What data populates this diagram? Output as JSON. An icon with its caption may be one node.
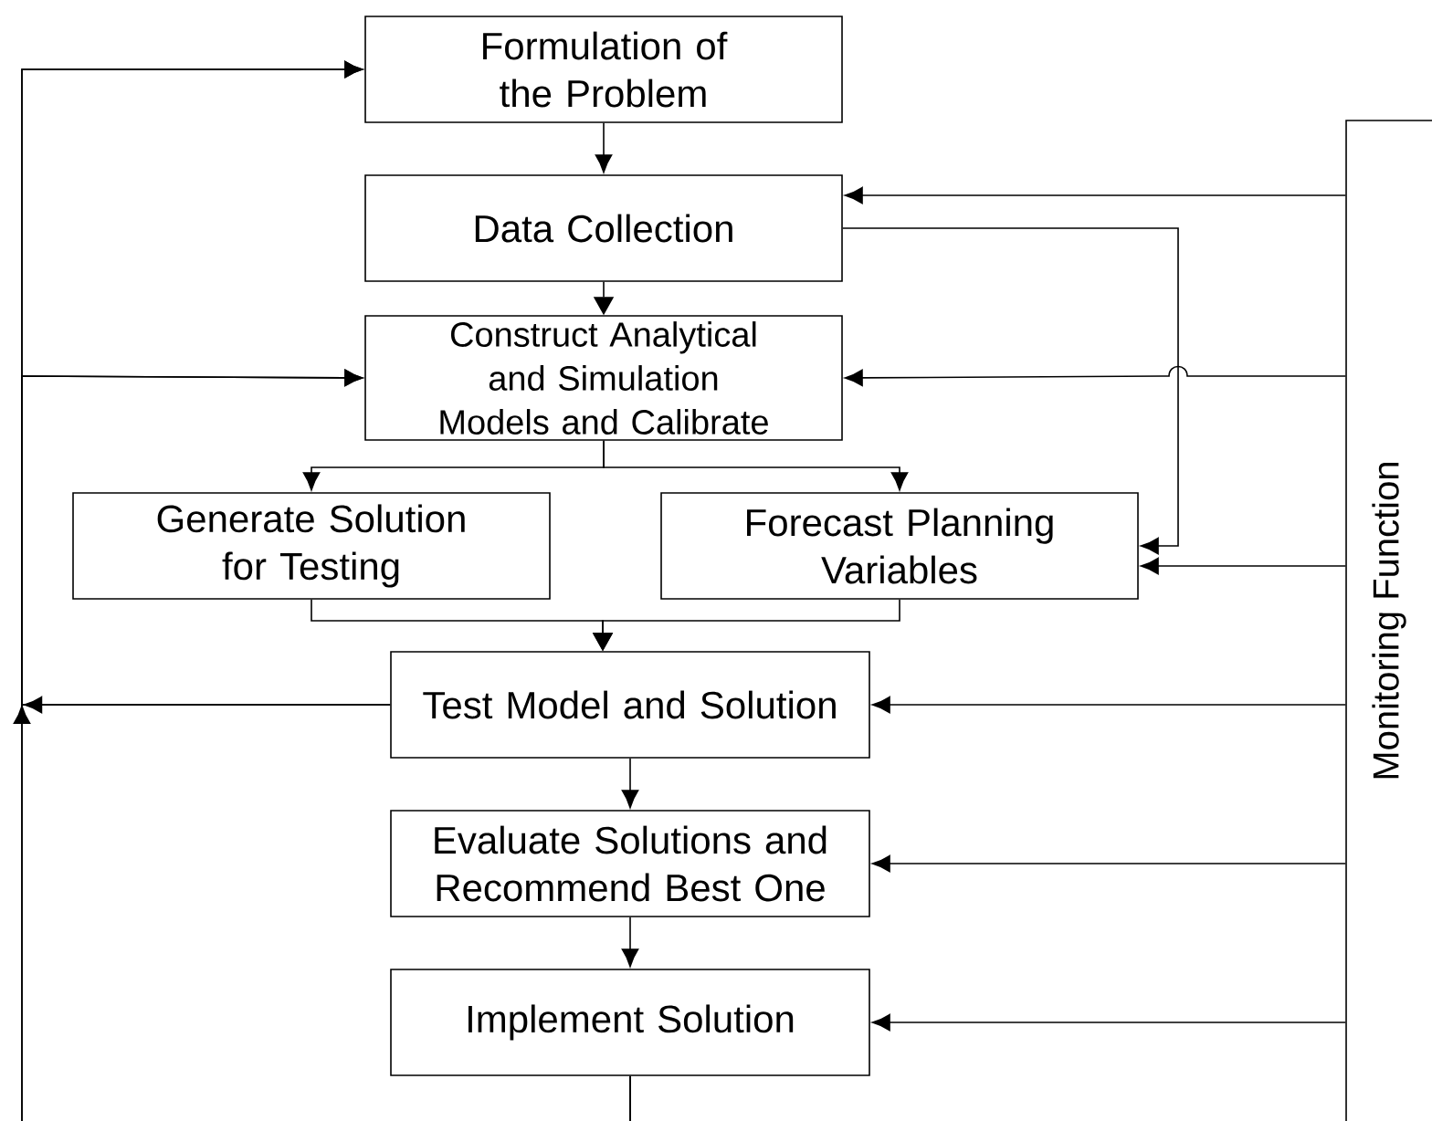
{
  "diagram": {
    "nodes": [
      {
        "text": [
          "Formulation of the Problem"
        ]
      },
      {
        "text": [
          "Data Collection"
        ]
      },
      {
        "text": [
          "Construct Analytical and Simulation Models and Calibrate"
        ]
      },
      {
        "text": [
          "Generate Solution for Testing"
        ]
      },
      {
        "text": [
          "Forecast Planning Variables"
        ]
      },
      {
        "text": [
          "Test Model and Solution"
        ]
      },
      {
        "text": [
          "Evaluate Solutions and Recommend Best One"
        ]
      },
      {
        "text": [
          "Implement Solution"
        ]
      },
      {
        "text": [
          "Monitoring Function"
        ]
      }
    ],
    "edges": [
      {
        "from": 0,
        "to": 1,
        "arrow": "to"
      },
      {
        "from": 1,
        "to": 2,
        "arrow": "to"
      },
      {
        "from": 2,
        "to": 3,
        "arrow": "to"
      },
      {
        "from": 2,
        "to": 4,
        "arrow": "to"
      },
      {
        "from": 1,
        "to": 4,
        "arrow": "to"
      },
      {
        "from": 3,
        "to": 5,
        "arrow": "to"
      },
      {
        "from": 4,
        "to": 5,
        "arrow": "to"
      },
      {
        "from": 5,
        "to": 6,
        "arrow": "to"
      },
      {
        "from": 6,
        "to": 7,
        "arrow": "to"
      },
      {
        "from": 5,
        "to": 0,
        "arrow": "to"
      },
      {
        "from": 5,
        "to": 2,
        "arrow": "to"
      },
      {
        "from": 7,
        "to": 0,
        "arrow": "to"
      },
      {
        "from": 7,
        "to": 2,
        "arrow": "to"
      },
      {
        "from": 8,
        "to": 1,
        "arrow": "to"
      },
      {
        "from": 8,
        "to": 2,
        "arrow": "to"
      },
      {
        "from": 8,
        "to": 4,
        "arrow": "to"
      },
      {
        "from": 8,
        "to": 5,
        "arrow": "to"
      },
      {
        "from": 8,
        "to": 6,
        "arrow": "to"
      },
      {
        "from": 8,
        "to": 7,
        "arrow": "to"
      }
    ]
  }
}
